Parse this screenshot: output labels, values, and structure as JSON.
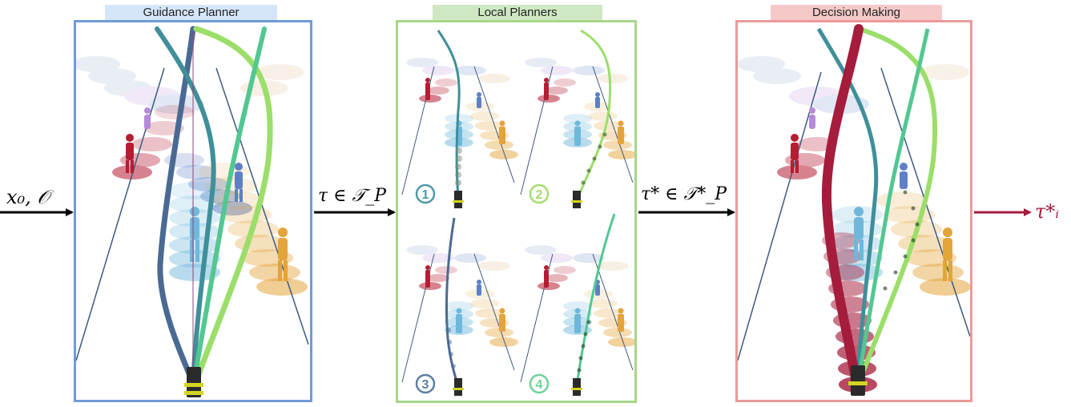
{
  "panels": {
    "guidance": {
      "title": "Guidance Planner",
      "color": "#6e9bd6",
      "tab_color": "#d6e6fa"
    },
    "local": {
      "title": "Local Planners",
      "color": "#a6d78a",
      "tab_color": "#cfe8c3"
    },
    "decision": {
      "title": "Decision Making",
      "color": "#ec9a9a",
      "tab_color": "#f6c9c9"
    }
  },
  "labels": {
    "input": "x₀, 𝒪",
    "guidance_out": "τ ∈ 𝒯_P",
    "local_out": "τ* ∈ 𝒯*_P",
    "final": "τ*ᵢ"
  },
  "planner_badges": [
    {
      "number": "1",
      "color": "#4e9aa8"
    },
    {
      "number": "2",
      "color": "#a6dc6e"
    },
    {
      "number": "3",
      "color": "#5d7ea3"
    },
    {
      "number": "4",
      "color": "#6fd39a"
    }
  ],
  "colors": {
    "traj_navy": "#4a6a94",
    "traj_teal": "#3f8f9a",
    "traj_light_green": "#9bde6a",
    "traj_green": "#52c791",
    "traj_red": "#a51c3c",
    "output_arrow": "#a51c3c",
    "ped_red": "#b51d33",
    "ped_purple": "#b78ad8",
    "ped_blue": "#5e80c6",
    "ped_lightblue": "#6fb8dc",
    "ped_orange": "#e3a43a"
  }
}
